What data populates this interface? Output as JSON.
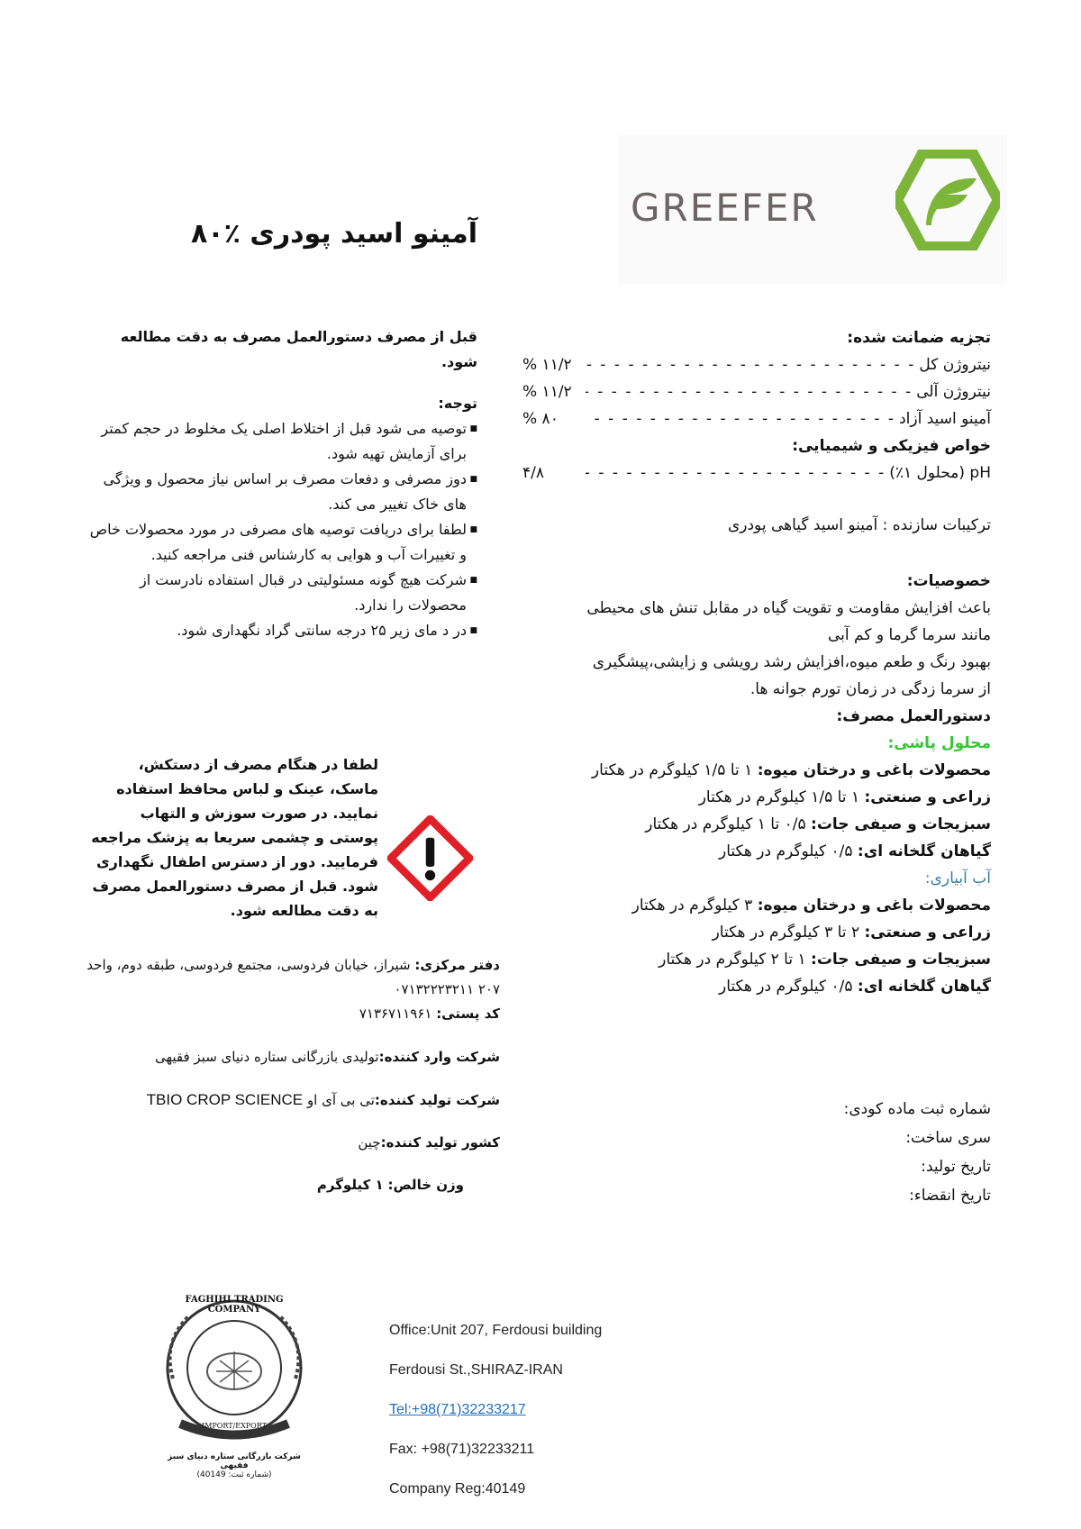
{
  "logo": {
    "text": "GREEFER"
  },
  "title": "آمینو اسید پودری ٪۸۰",
  "guarantee": {
    "heading": "تجزیه ضمانت شده:",
    "rows": [
      {
        "label": "نیتروژن کل",
        "value": "% ۱۱/۲"
      },
      {
        "label": "نیتروژن آلی",
        "value": "% ۱۱/۲"
      },
      {
        "label": "آمینو اسید آزاد",
        "value": "% ۸۰"
      }
    ],
    "physchem_heading": "خواص فیزیکی و شیمیایی:",
    "ph_label": "pH (محلول ۱٪)",
    "ph_value": "۴/۸"
  },
  "ingredients": "ترکیبات سازنده : آمینو اسید گیاهی پودری",
  "features": {
    "heading": "خصوصیات:",
    "lines": [
      "باعث افزایش مقاومت و تقویت گیاه در مقابل تنش های محیطی",
      "مانند سرما گرما و کم آبی",
      "بهبود رنگ و طعم میوه،افزایش رشد رویشی و زایشی،پیشگیری",
      "از سرما زدگی در زمان تورم جوانه ها."
    ]
  },
  "usage": {
    "heading": "دستورالعمل مصرف:",
    "spray_heading": "محلول پاشی:",
    "spray": [
      {
        "crop": "محصولات باغی و درختان میوه:",
        "dose": "۱ تا ۱/۵ کیلوگرم در هکتار"
      },
      {
        "crop": "زراعی و صنعتی:",
        "dose": "۱ تا ۱/۵ کیلوگرم در هکتار"
      },
      {
        "crop": "سبزیجات و صیفی جات:",
        "dose": "۰/۵ تا ۱ کیلوگرم در هکتار"
      },
      {
        "crop": "گیاهان گلخانه ای:",
        "dose": "۰/۵ کیلوگرم در هکتار"
      }
    ],
    "irrigation_heading": "آب آبیاری:",
    "irrigation": [
      {
        "crop": "محصولات باغی و درختان میوه:",
        "dose": "۳ کیلوگرم در هکتار"
      },
      {
        "crop": "زراعی و صنعتی:",
        "dose": "۲ تا ۳ کیلوگرم در هکتار"
      },
      {
        "crop": "سبزیجات و صیفی جات:",
        "dose": "۱ تا ۲ کیلوگرم در هکتار"
      },
      {
        "crop": "گیاهان گلخانه ای:",
        "dose": "۰/۵ کیلوگرم در هکتار"
      }
    ]
  },
  "batch": {
    "reg": "شماره ثبت ماده کودی:",
    "series": "سری ساخت:",
    "mfg": "تاریخ تولید:",
    "exp": "تاریخ انقضاء:"
  },
  "left": {
    "read_first": "قبل از مصرف دستورالعمل مصرف به دقت مطالعه شود.",
    "note_heading": "توجه:",
    "notes": [
      "توصیه می شود قبل از اختلاط اصلی یک مخلوط در حجم کمتر برای آزمایش تهیه شود.",
      "دوز مصرفی و دفعات مصرف بر اساس نیاز محصول و ویژگی های خاک تغییر می کند.",
      "لطفا برای دریافت توصیه های مصرفی در مورد محصولات خاص و تغییرات آب و هوایی به کارشناس فنی مراجعه کنید.",
      "شرکت هیچ گونه مسئولیتی در قبال استفاده نادرست از محصولات را ندارد.",
      "در د مای زیر ۲۵ درجه سانتی گراد نگهداری شود."
    ],
    "warning": "لطفا در هنگام مصرف از دستکش، ماسک، عینک و لباس محافظ استفاده نمایید. در صورت سوزش و التهاب پوستی و چشمی سریعا به پزشک مراجعه فرمایید. دور از دسترس اطفال نگهداری شود. قبل از مصرف دستورالعمل مصرف به دقت مطالعه شود.",
    "office_label": "دفتر مرکزی:",
    "office_value": "شیراز، خیابان فردوسی، مجتمع فردوسی، طبقه دوم، واحد ۲۰۷ ۰۷۱۳۲۲۲۳۲۱۱",
    "postal_label": "کد پستی:",
    "postal_value": "۷۱۳۶۷۱۱۹۶۱",
    "importer_label": "شرکت وارد کننده:",
    "importer_value": "تولیدی بازرگانی ستاره دنیای سبز فقیهی",
    "producer_label": "شرکت تولید کننده:",
    "producer_value": "تی بی آی او",
    "producer_en": "TBIO CROP SCIENCE",
    "country_label": "کشور تولید کننده:",
    "country_value": "چین",
    "weight_label": "وزن خالص:",
    "weight_value": "۱ کیلوگرم"
  },
  "footer": {
    "line1": "Office:Unit 207, Ferdousi building",
    "line2": "Ferdousi St.,SHIRAZ-IRAN",
    "tel": "Tel:+98(71)32233217",
    "fax": "Fax: +98(71)32233211",
    "reg": "Company Reg:40149"
  },
  "seal": {
    "top_text": "FAGHIHI TRADING COMPANY",
    "band": "IMPORT/EXPORT",
    "caption": "شرکت بازرگانی ستاره دنیای سبز فقیهی",
    "reg": "(شماره ثبت: 40149)"
  },
  "colors": {
    "logo_green": "#7db53a",
    "logo_text": "#6d6565",
    "spray_green": "#35c635",
    "irrigation_blue": "#3a7ca8",
    "hazard_red": "#e01f26",
    "link_blue": "#1f6fbf"
  }
}
